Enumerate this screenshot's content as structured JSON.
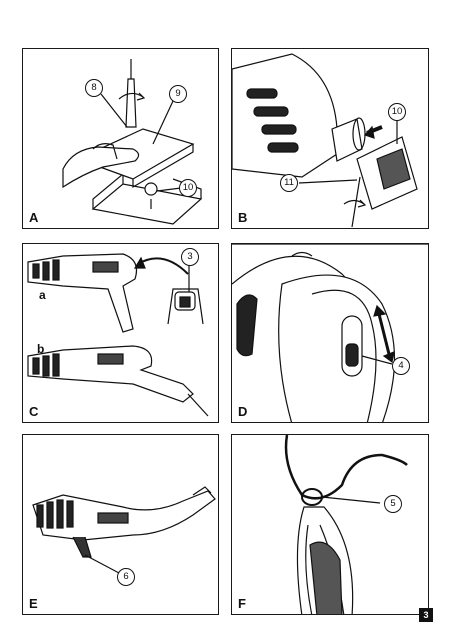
{
  "panels": [
    {
      "label": "A",
      "callouts": [
        "8",
        "9",
        "10"
      ]
    },
    {
      "label": "B",
      "callouts": [
        "10",
        "11"
      ]
    },
    {
      "label": "C",
      "callouts": [
        "3"
      ],
      "sublabels": [
        "a",
        "b"
      ]
    },
    {
      "label": "D",
      "callouts": [
        "4"
      ]
    },
    {
      "label": "E",
      "callouts": [
        "6"
      ]
    },
    {
      "label": "F",
      "callouts": [
        "5"
      ]
    }
  ],
  "page_number": "3"
}
